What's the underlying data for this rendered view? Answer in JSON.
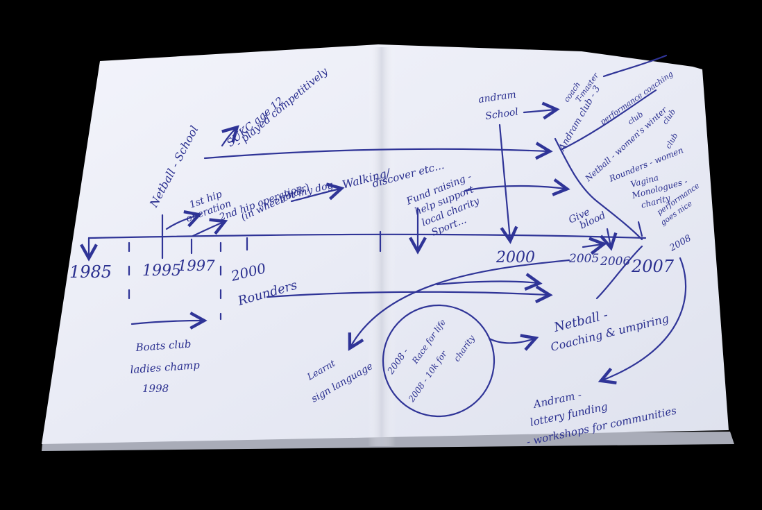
{
  "notes": {
    "y1985": "1985",
    "y1995": "1995",
    "y1997": "1997",
    "y2000a": "2000",
    "y2000a_sub": "Rounders",
    "y2000b": "2000",
    "y2005": "2005",
    "y2006": "2006",
    "y2007": "2007",
    "y2008": "2008",
    "netball_school": "Netball - School",
    "sukc": "SUKC age 12",
    "sukc2": "- played competitively",
    "first_hip": "1st hip",
    "first_hip2": "operation",
    "second_hip": "2nd hip operation",
    "second_hip2": "(in wheelchair)",
    "get_my_dog": "- got my dog",
    "walking": "Walking/",
    "discover": "discover etc...",
    "fund1": "Fund raising -",
    "fund2": "help support",
    "fund3": "local charity",
    "fund4": "Sport...",
    "andram_school1": "andram",
    "andram_school2": "School",
    "coach1": "coach",
    "coach2": "T-master",
    "andram_club1": "Andram club - 3",
    "andram_club2": "performance coaching",
    "andram_club3": "club",
    "netball_women": "Netball - women's winter",
    "netball_women2": "club",
    "rounders_women": "Rounders - women",
    "rounders_women2": "club",
    "give_blood1": "Give",
    "give_blood2": "blood",
    "vagina1": "Vagina",
    "vagina2": "Monologues -",
    "vagina3": "charity",
    "vagina4": "performance",
    "vagina5": "goes nice",
    "boats1": "Boats club",
    "boats2": "ladies champ",
    "boats3": "1998",
    "learnt1": "Learnt",
    "learnt2": "sign language",
    "race1": "2008 -",
    "race2": "Race for life",
    "race3": "2008 - 10k for",
    "race4": "charity",
    "netball_coach1": "Netball -",
    "netball_coach2": "Coaching & umpiring",
    "andram_lottery1": "Andram -",
    "andram_lottery2": "lottery funding",
    "andram_lottery3": "- workshops for communities"
  },
  "colors": {
    "background": "#000000",
    "paper": "#eef0f8",
    "ink": "#2a2f8f"
  }
}
